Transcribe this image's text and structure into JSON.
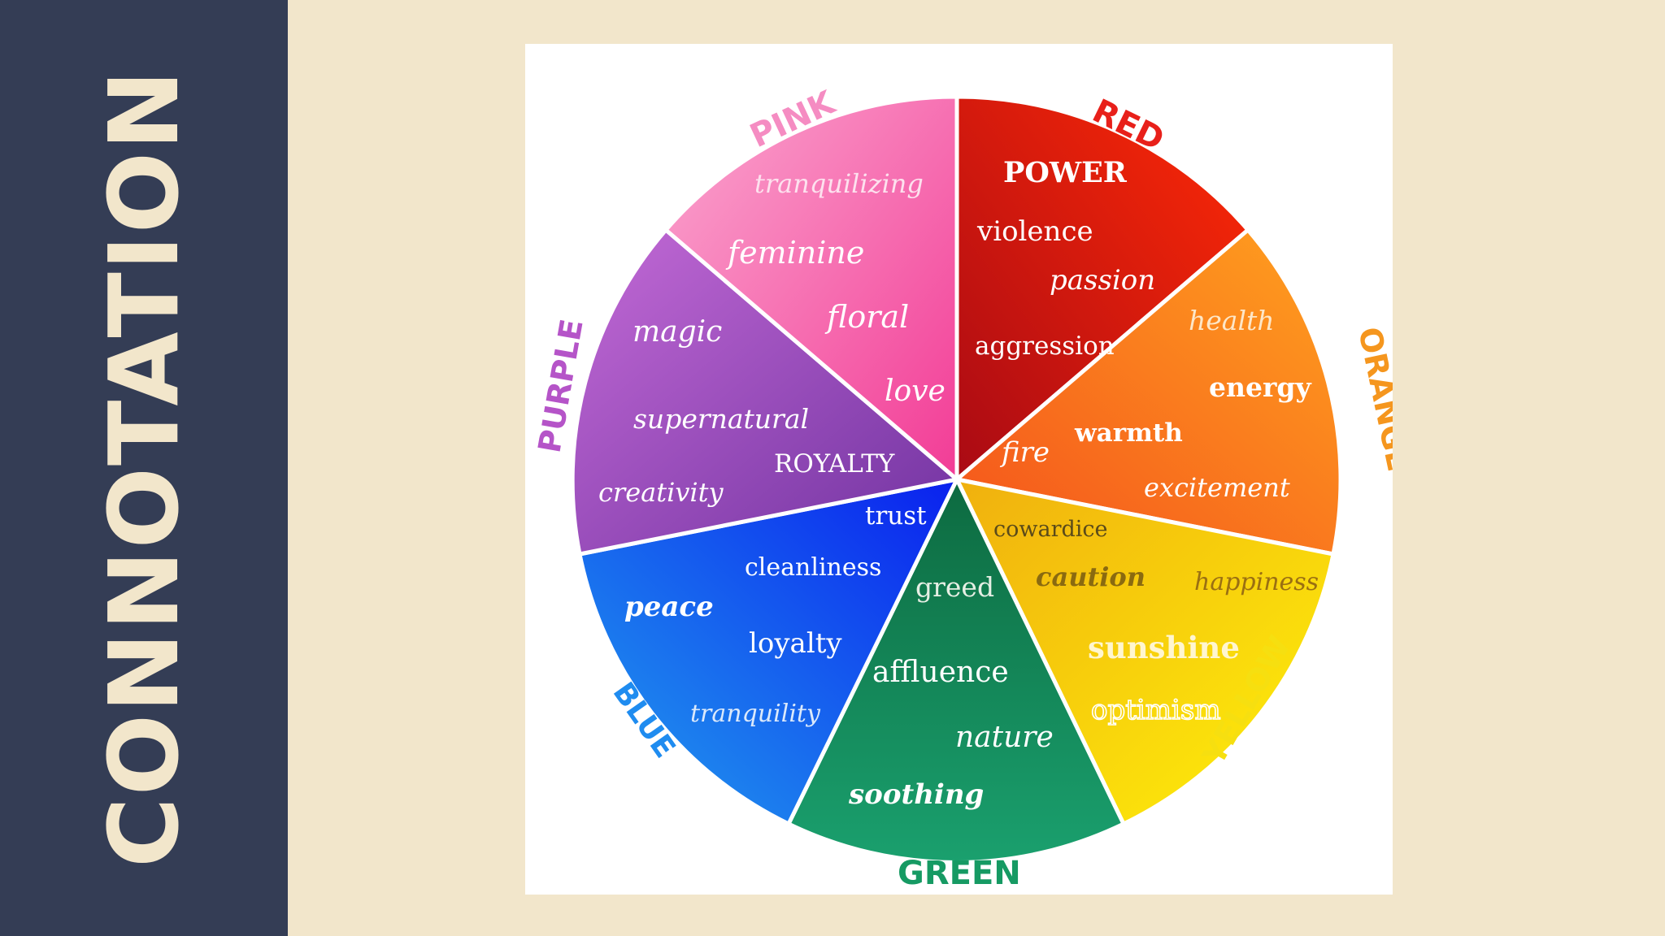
{
  "slide": {
    "title": "CONNOTATION",
    "background_color": "#f2e6cb",
    "sidebar_color": "#343d55"
  },
  "wheel": {
    "segments": [
      {
        "id": "red",
        "label": "RED",
        "color": "#ef1a0a",
        "color_dark": "#b10b12",
        "words": [
          "POWER",
          "violence",
          "passion",
          "aggression"
        ]
      },
      {
        "id": "orange",
        "label": "ORANGE",
        "color": "#fb8a1a",
        "color_dark": "#f4571a",
        "words": [
          "health",
          "energy",
          "warmth",
          "fire",
          "excitement"
        ]
      },
      {
        "id": "yellow",
        "label": "YELLOW",
        "color": "#fde60a",
        "color_dark": "#f1b30e",
        "words": [
          "cowardice",
          "caution",
          "happiness",
          "sunshine",
          "optimism"
        ]
      },
      {
        "id": "green",
        "label": "GREEN",
        "color": "#1a9a6a",
        "color_dark": "#0d7a4a",
        "words": [
          "greed",
          "affluence",
          "nature",
          "soothing"
        ]
      },
      {
        "id": "blue",
        "label": "BLUE",
        "color": "#1a8df0",
        "color_dark": "#0b2ff0",
        "words": [
          "trust",
          "cleanliness",
          "peace",
          "loyalty",
          "tranquility"
        ]
      },
      {
        "id": "purple",
        "label": "PURPLE",
        "color": "#b660d0",
        "color_dark": "#7a3aa8",
        "words": [
          "magic",
          "supernatural",
          "ROYALTY",
          "creativity"
        ]
      },
      {
        "id": "pink",
        "label": "PINK",
        "color": "#f990c2",
        "color_dark": "#f1409a",
        "words": [
          "tranquilizing",
          "feminine",
          "floral",
          "love"
        ]
      }
    ]
  }
}
